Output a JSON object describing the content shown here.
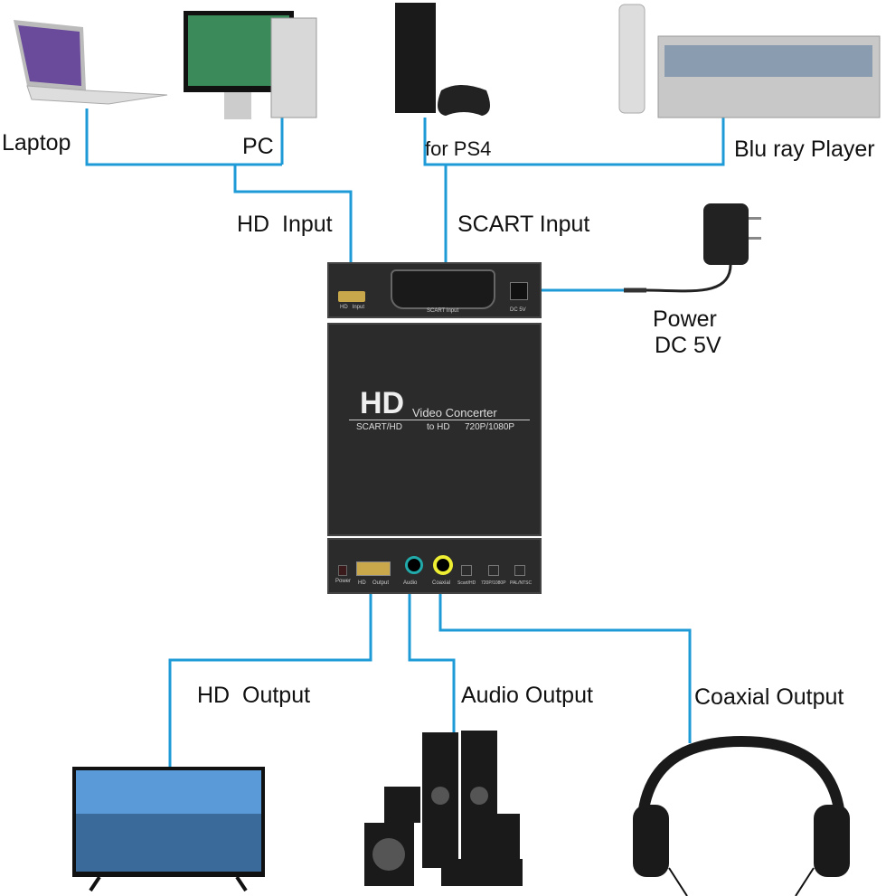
{
  "colors": {
    "cable": "#1e9bd7",
    "device_body": "#2b2b2b"
  },
  "sources": {
    "laptop": "Laptop",
    "pc": "PC",
    "ps4": "for PS4",
    "bluray": "Blu ray Player"
  },
  "inputs": {
    "hd_input": "HD  Input",
    "scart_input": "SCART Input"
  },
  "power": {
    "line1": "Power",
    "line2": "DC 5V"
  },
  "device": {
    "top_panel": {
      "hd_port": "HD   Input",
      "scart_port": "SCART Input",
      "dc_port": "DC 5V"
    },
    "brand": "HD",
    "subtitle": "Video Concerter",
    "line2_a": "SCART/HD",
    "line2_b": "to HD",
    "line2_c": "720P/1080P",
    "bottom_panel": {
      "power": "Power",
      "hd": "HD",
      "output": "Output",
      "audio": "Audio",
      "coaxial": "Coaxial",
      "btn1": "Scart/HD",
      "btn2": "720P/1080P",
      "btn3": "PAL/NTSC"
    }
  },
  "outputs": {
    "hd_output": "HD  Output",
    "audio_output": "Audio Output",
    "coaxial_output": "Coaxial Output"
  }
}
